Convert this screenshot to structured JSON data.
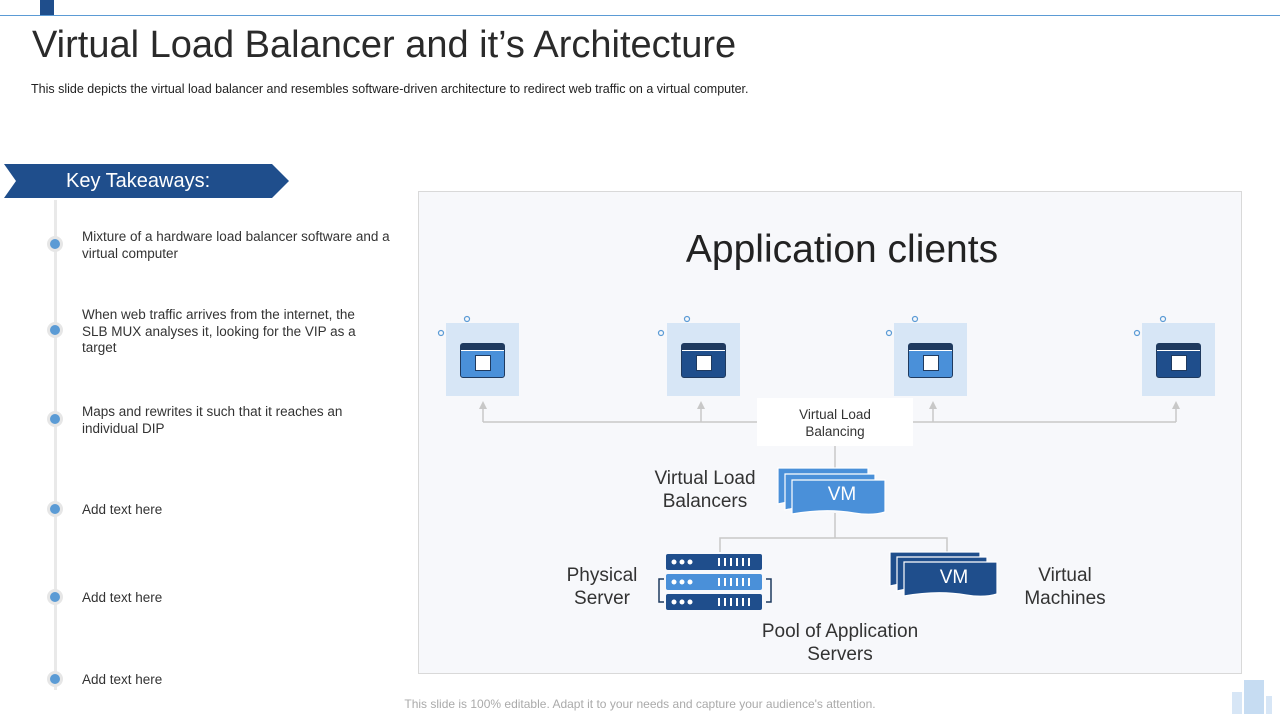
{
  "header": {
    "title": "Virtual Load Balancer and it’s Architecture",
    "subtitle": "This slide depicts the virtual  load balancer and resembles software-driven  architecture to redirect web traffic on a virtual computer."
  },
  "takeaways": {
    "heading": "Key Takeaways:",
    "items": [
      "Mixture of a hardware load balancer software and a virtual computer",
      "When web traffic arrives from the internet, the SLB MUX  analyses it, looking for the VIP  as a target",
      "Maps and rewrites it such that it reaches an individual DIP",
      "Add text here",
      "Add text here",
      "Add text here"
    ]
  },
  "diagram": {
    "title": "Application clients",
    "center_label": "Virtual Load Balancing",
    "vlb_label": "Virtual Load Balancers",
    "vm_top": "VM",
    "vm_bottom": "VM",
    "physical_label": "Physical Server",
    "virtual_label": "Virtual Machines",
    "pool_label": "Pool of Application Servers"
  },
  "footer": {
    "text": "This slide is 100% editable. Adapt it to your needs and capture your audience's attention."
  },
  "colors": {
    "dark_blue": "#1f4e8c",
    "accent_blue": "#5b9bd5",
    "light_blue_box": "#d7e6f6",
    "vm_light": "#4a90d9",
    "vm_dark": "#1f4e8c"
  },
  "icons": {
    "client": "browser-window-cube-icon",
    "server": "server-rack-icon",
    "vm": "vm-stack-icon"
  }
}
